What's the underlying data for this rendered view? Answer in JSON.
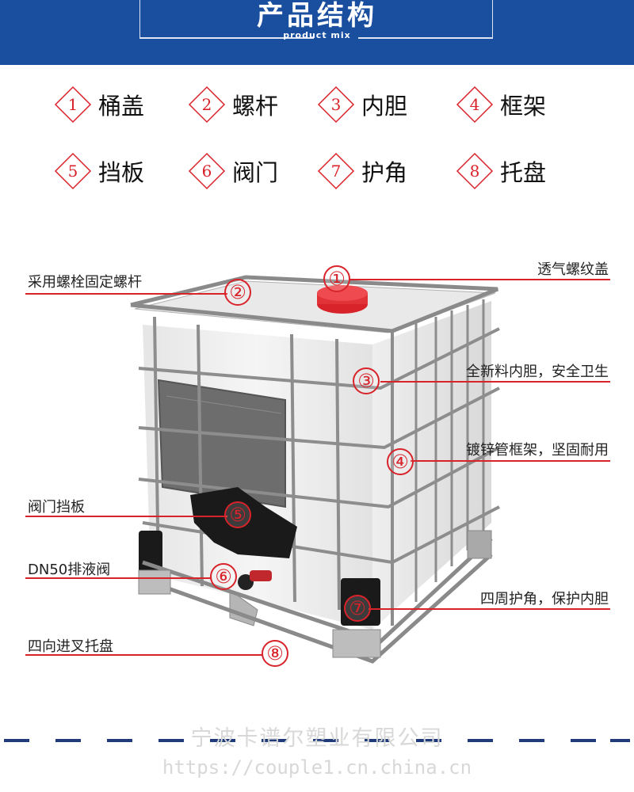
{
  "header": {
    "title": "产品结构",
    "subtitle": "product mix",
    "background_color": "#1a4fa0"
  },
  "legend": {
    "accent_color": "#d8232a",
    "items": [
      {
        "num": "1",
        "label": "桶盖"
      },
      {
        "num": "2",
        "label": "螺杆"
      },
      {
        "num": "3",
        "label": "内胆"
      },
      {
        "num": "4",
        "label": "框架"
      },
      {
        "num": "5",
        "label": "挡板"
      },
      {
        "num": "6",
        "label": "阀门"
      },
      {
        "num": "7",
        "label": "护角"
      },
      {
        "num": "8",
        "label": "托盘"
      }
    ]
  },
  "callouts": [
    {
      "num": "①",
      "text": "透气螺纹盖"
    },
    {
      "num": "②",
      "text": "采用螺栓固定螺杆"
    },
    {
      "num": "③",
      "text": "全新料内胆，安全卫生"
    },
    {
      "num": "④",
      "text": "镀锌管框架，坚固耐用"
    },
    {
      "num": "⑤",
      "text": "阀门挡板"
    },
    {
      "num": "⑥",
      "text": "DN50排液阀"
    },
    {
      "num": "⑦",
      "text": "四周护角，保护内胆"
    },
    {
      "num": "⑧",
      "text": "四向进叉托盘"
    }
  ],
  "footer": {
    "company": "宁波卡谱尔塑业有限公司",
    "url": "https://couple1.cn.china.cn",
    "dash_color": "#1f3b7a"
  }
}
